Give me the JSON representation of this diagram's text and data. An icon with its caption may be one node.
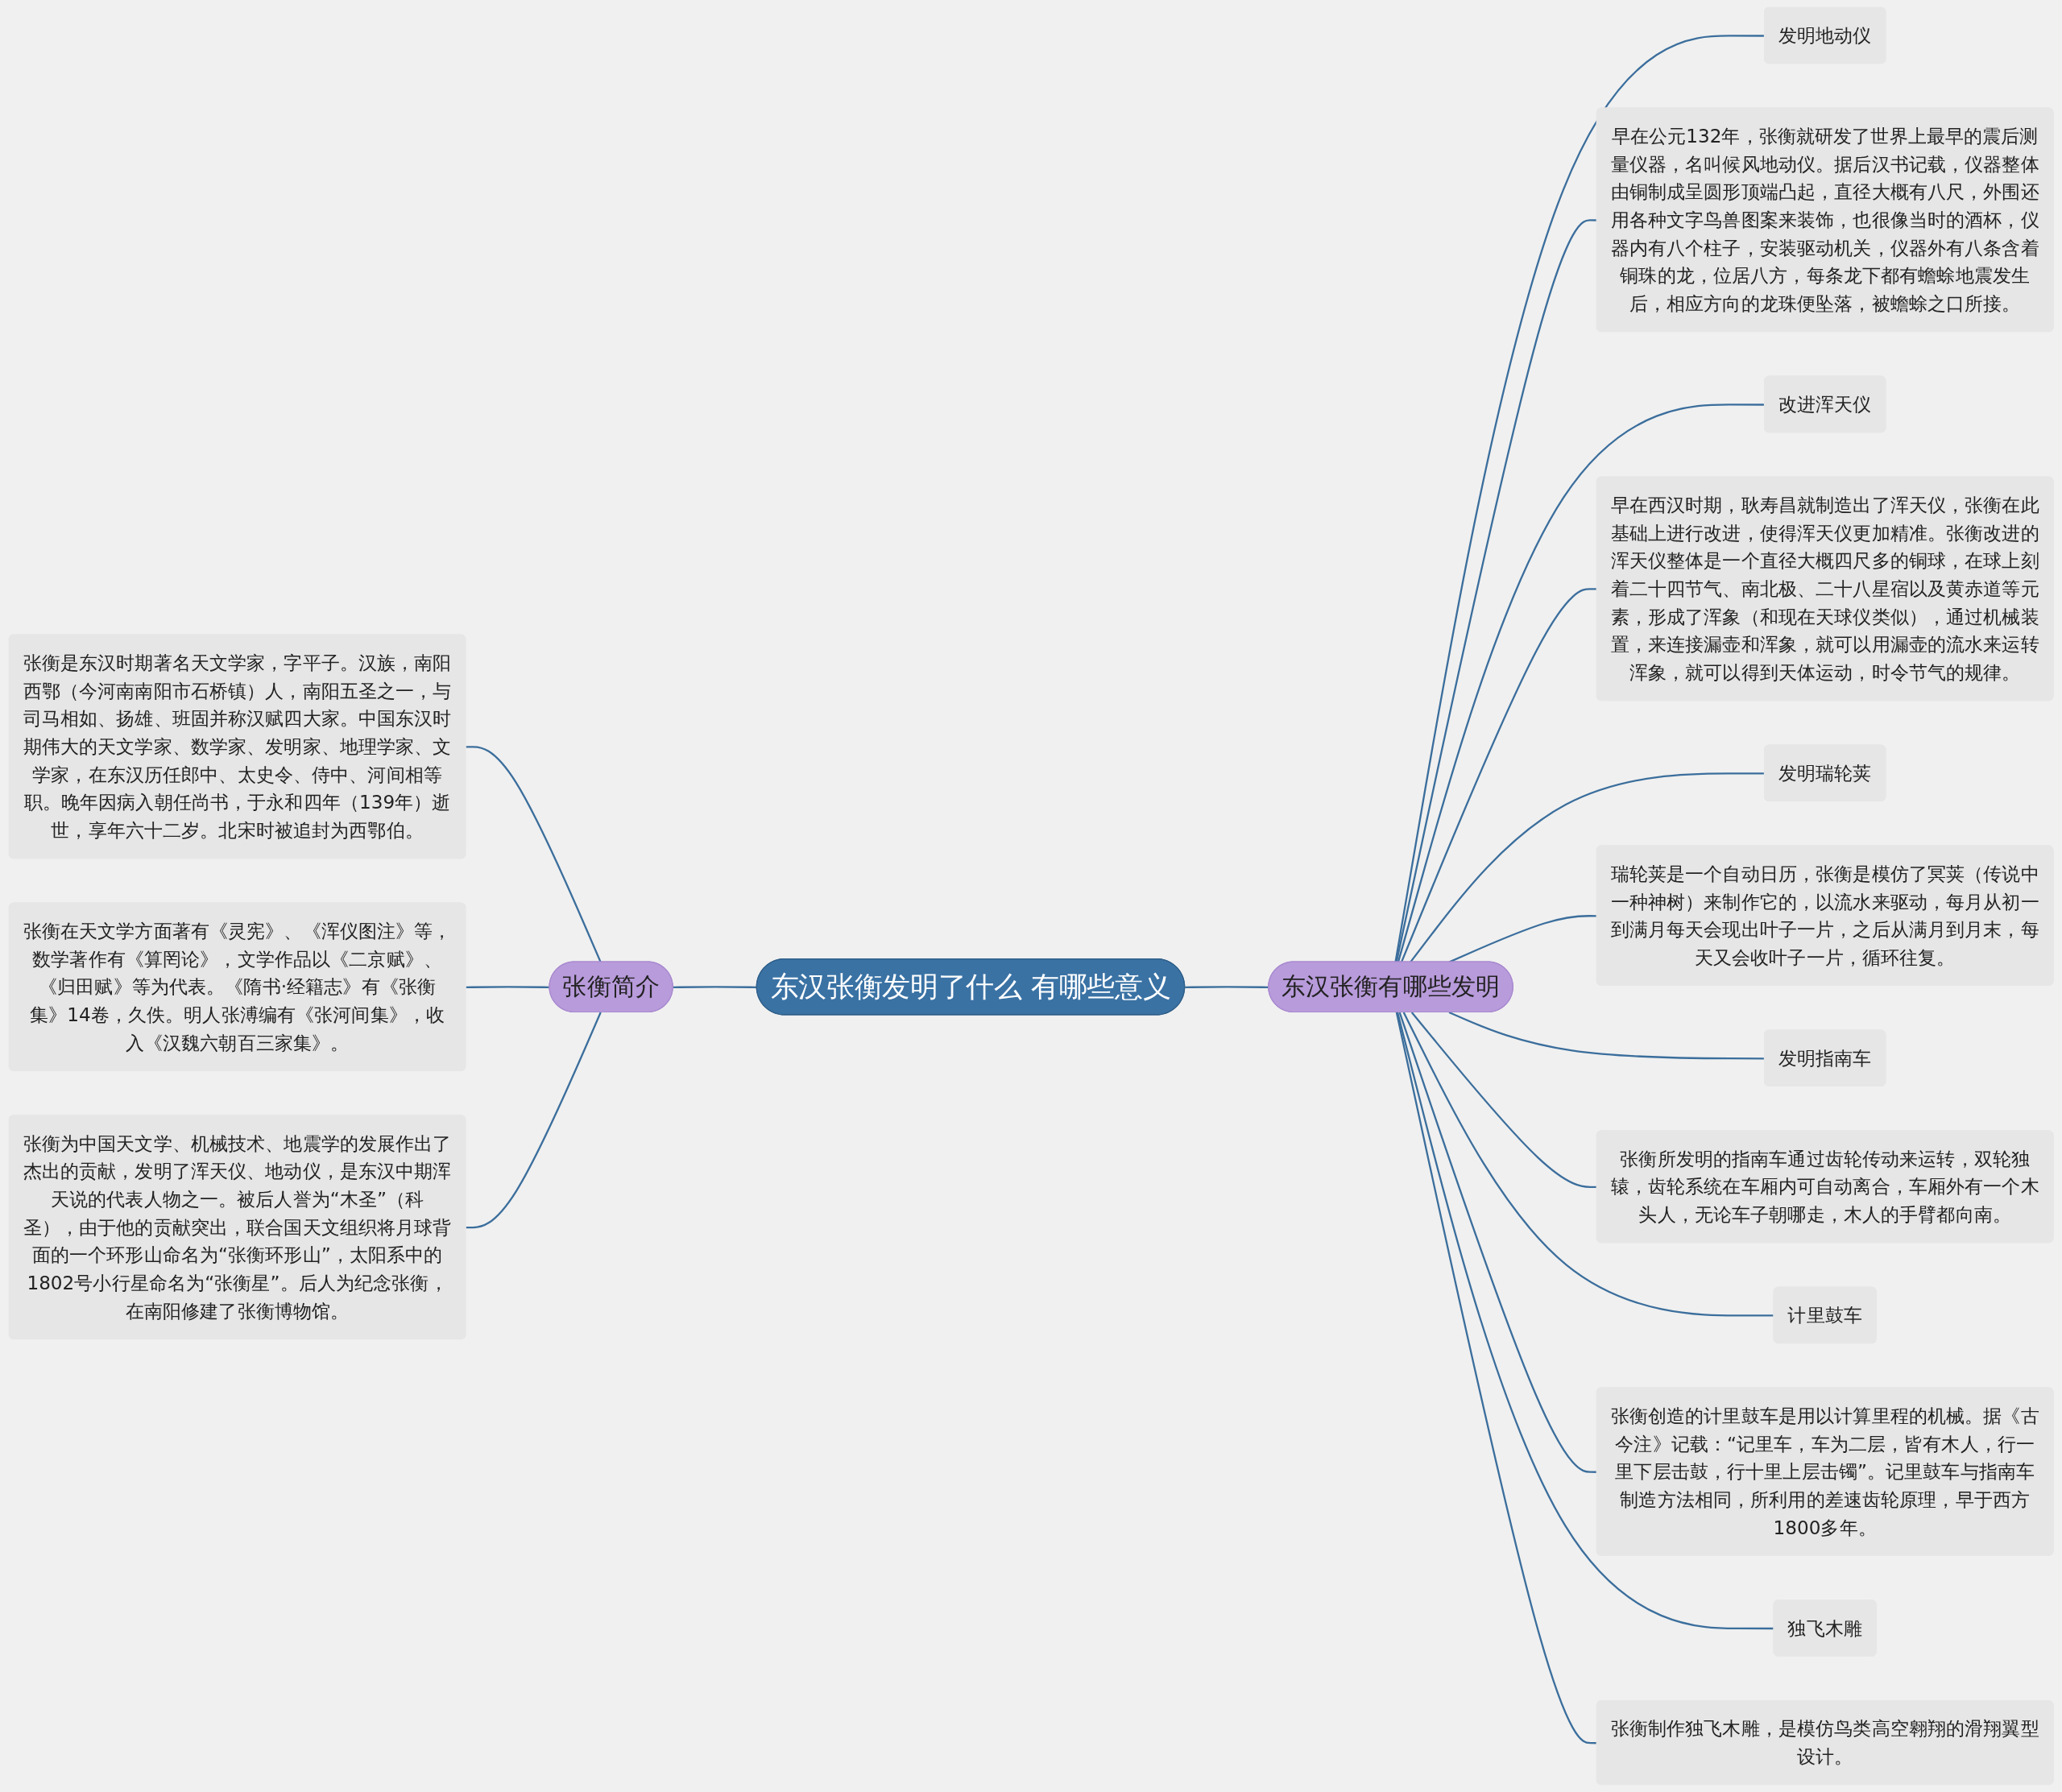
{
  "diagram": {
    "nodes": [
      {
        "text": [
          "东汉张衡发明了什么 有哪些意义"
        ]
      },
      {
        "text": [
          "张衡简介"
        ]
      },
      {
        "text": [
          "张衡是东汉时期著名天文学家，字平子。汉族，南阳西鄂（今河南南阳市石桥镇）人，南阳五圣之一，与司马相如、扬雄、班固并称汉赋四大家。中国东汉时期伟大的天文学家、数学家、发明家、地理学家、文学家，在东汉历任郎中、太史令、侍中、河间相等职。晚年因病入朝任尚书，于永和四年（139年）逝世，享年六十二岁。北宋时被追封为西鄂伯。"
        ]
      },
      {
        "text": [
          "张衡在天文学方面著有《灵宪》、《浑仪图注》等，数学著作有《算罔论》，文学作品以《二京赋》、《归田赋》等为代表。《隋书·经籍志》有《张衡集》14卷，久佚。明人张溥编有《张河间集》，收入《汉魏六朝百三家集》。"
        ]
      },
      {
        "text": [
          "张衡为中国天文学、机械技术、地震学的发展作出了杰出的贡献，发明了浑天仪、地动仪，是东汉中期浑天说的代表人物之一。被后人誉为“木圣”（科圣），由于他的贡献突出，联合国天文组织将月球背面的一个环形山命名为“张衡环形山”，太阳系中的1802号小行星命名为“张衡星”。后人为纪念张衡，在南阳修建了张衡博物馆。"
        ]
      },
      {
        "text": [
          "东汉张衡有哪些发明"
        ]
      },
      {
        "text": [
          "发明地动仪"
        ]
      },
      {
        "text": [
          "早在公元132年，张衡就研发了世界上最早的震后测量仪器，名叫候风地动仪。据后汉书记载，仪器整体由铜制成呈圆形顶端凸起，直径大概有八尺，外围还用各种文字鸟兽图案来装饰，也很像当时的酒杯，仪器内有八个柱子，安装驱动机关，仪器外有八条含着铜珠的龙，位居八方，每条龙下都有蟾蜍地震发生后，相应方向的龙珠便坠落，被蟾蜍之口所接。"
        ]
      },
      {
        "text": [
          "改进浑天仪"
        ]
      },
      {
        "text": [
          "早在西汉时期，耿寿昌就制造出了浑天仪，张衡在此基础上进行改进，使得浑天仪更加精准。张衡改进的浑天仪整体是一个直径大概四尺多的铜球，在球上刻着二十四节气、南北极、二十八星宿以及黄赤道等元素，形成了浑象（和现在天球仪类似），通过机械装置，来连接漏壶和浑象，就可以用漏壶的流水来运转浑象，就可以得到天体运动，时令节气的规律。"
        ]
      },
      {
        "text": [
          "发明瑞轮荚"
        ]
      },
      {
        "text": [
          "瑞轮荚是一个自动日历，张衡是模仿了冥荚（传说中一种神树）来制作它的，以流水来驱动，每月从初一到满月每天会现出叶子一片，之后从满月到月末，每天又会收叶子一片，循环往复。"
        ]
      },
      {
        "text": [
          "发明指南车"
        ]
      },
      {
        "text": [
          "张衡所发明的指南车通过齿轮传动来运转，双轮独辕，齿轮系统在车厢内可自动离合，车厢外有一个木头人，无论车子朝哪走，木人的手臂都向南。"
        ]
      },
      {
        "text": [
          "计里鼓车"
        ]
      },
      {
        "text": [
          "张衡创造的计里鼓车是用以计算里程的机械。据《古今注》记载：“记里车，车为二层，皆有木人，行一里下层击鼓，行十里上层击镯”。记里鼓车与指南车制造方法相同，所利用的差速齿轮原理，早于西方1800多年。"
        ]
      },
      {
        "text": [
          "独飞木雕"
        ]
      },
      {
        "text": [
          "张衡制作独飞木雕，是模仿鸟类高空翱翔的滑翔翼型设计。"
        ]
      }
    ],
    "edges": [
      {
        "from": 0,
        "to": 1,
        "arrow": "none"
      },
      {
        "from": 1,
        "to": 2,
        "arrow": "none"
      },
      {
        "from": 1,
        "to": 3,
        "arrow": "none"
      },
      {
        "from": 1,
        "to": 4,
        "arrow": "none"
      },
      {
        "from": 0,
        "to": 5,
        "arrow": "none"
      },
      {
        "from": 5,
        "to": 6,
        "arrow": "none"
      },
      {
        "from": 5,
        "to": 7,
        "arrow": "none"
      },
      {
        "from": 5,
        "to": 8,
        "arrow": "none"
      },
      {
        "from": 5,
        "to": 9,
        "arrow": "none"
      },
      {
        "from": 5,
        "to": 10,
        "arrow": "none"
      },
      {
        "from": 5,
        "to": 11,
        "arrow": "none"
      },
      {
        "from": 5,
        "to": 12,
        "arrow": "none"
      },
      {
        "from": 5,
        "to": 13,
        "arrow": "none"
      },
      {
        "from": 5,
        "to": 14,
        "arrow": "none"
      },
      {
        "from": 5,
        "to": 15,
        "arrow": "none"
      },
      {
        "from": 5,
        "to": 16,
        "arrow": "none"
      },
      {
        "from": 5,
        "to": 17,
        "arrow": "none"
      }
    ]
  }
}
